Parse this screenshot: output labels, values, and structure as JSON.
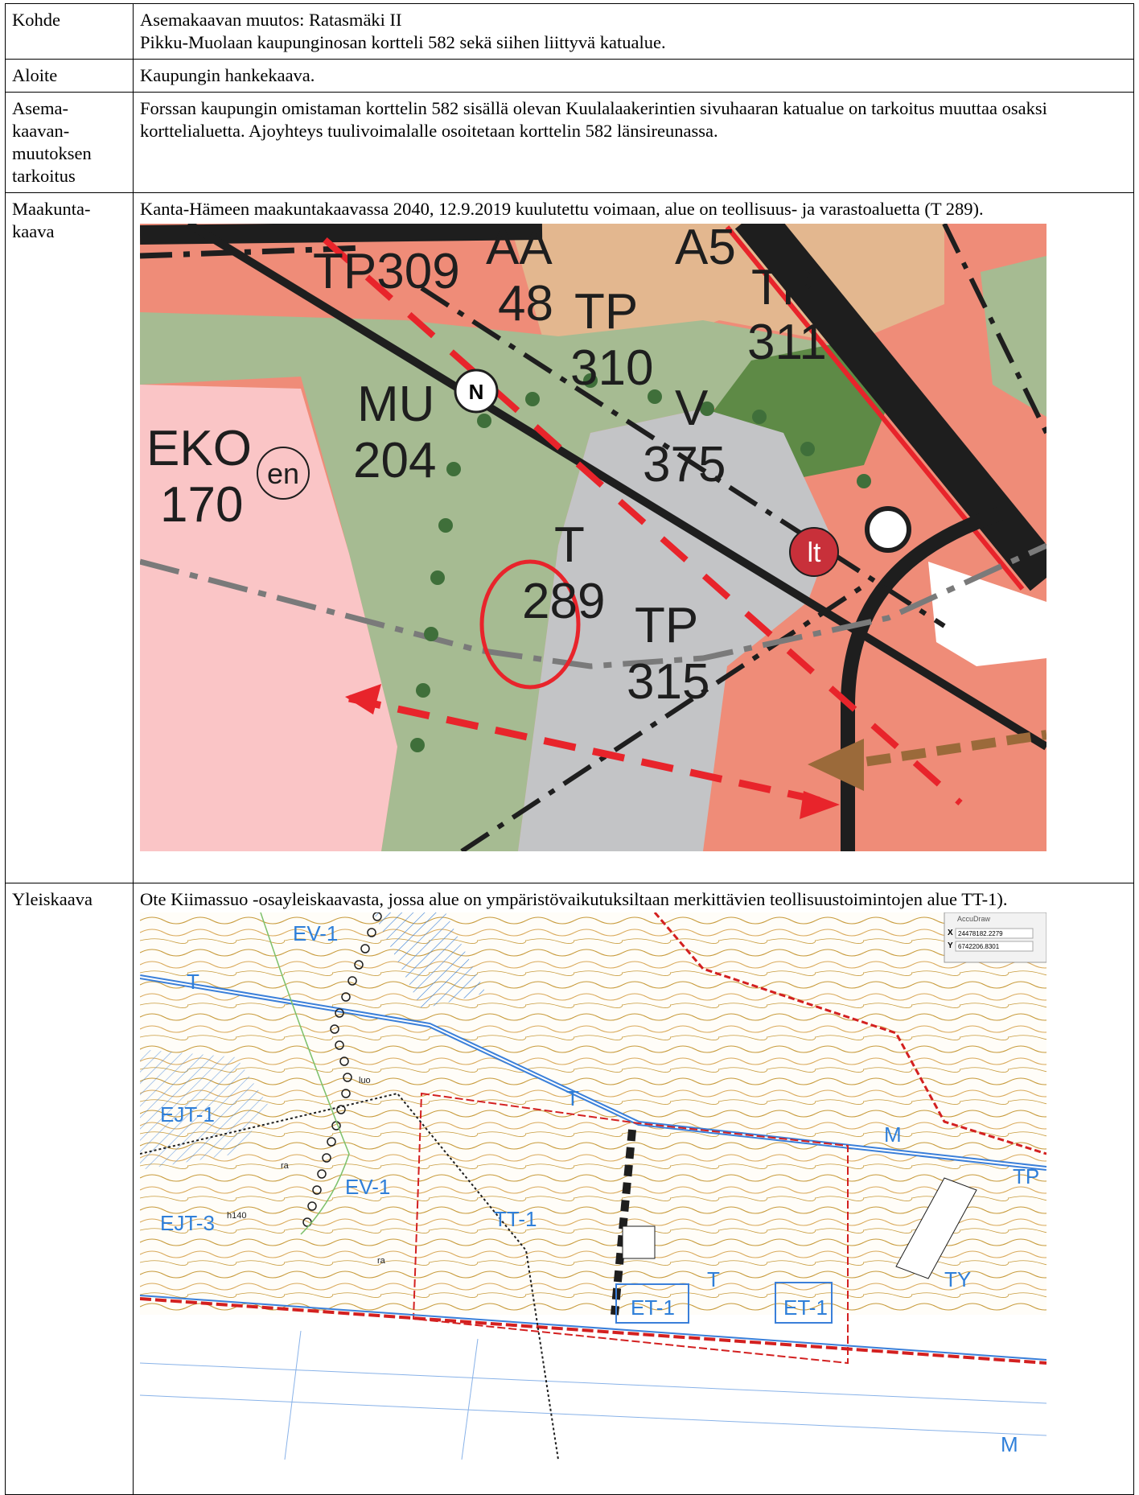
{
  "rows": {
    "kohde": {
      "label": "Kohde",
      "line1": "Asemakaavan muutos: Ratasmäki II",
      "line2": "Pikku-Muolaan kaupunginosan kortteli 582 sekä siihen liittyvä katualue."
    },
    "aloite": {
      "label": "Aloite",
      "text": "Kaupungin hankekaava."
    },
    "tarkoitus": {
      "label_lines": [
        "Asema-",
        "kaavan-",
        "muutoksen",
        "tarkoitus"
      ],
      "text": "Forssan kaupungin omistaman korttelin 582 sisällä olevan Kuulalaakerintien sivuhaaran katualue on tarkoitus muuttaa osaksi korttelialuetta. Ajoyhteys tuulivoimalalle osoitetaan korttelin 582 länsireunassa."
    },
    "maakuntakaava": {
      "label_lines": [
        "Maakunta-",
        "kaava"
      ],
      "text": "Kanta-Hämeen maakuntakaavassa 2040, 12.9.2019 kuulutettu voimaan, alue on teollisuus- ja varastoaluetta (T 289)."
    },
    "yleiskaava": {
      "label": "Yleiskaava",
      "text": "Ote Kiimassuo -osayleiskaavasta, jossa alue on ympäristövaikutuksiltaan merkittävien teollisuustoimintojen alue TT-1)."
    }
  },
  "map1_labels": {
    "tp309": "TP309",
    "aa": "AA",
    "n48": "48",
    "a5": "A5",
    "tp1": "TP",
    "n311": "311",
    "tp2": "TP",
    "n310": "310",
    "mu": "MU",
    "n204": "204",
    "v": "V",
    "n375": "375",
    "eko": "EKO",
    "en": "en",
    "n170": "170",
    "t": "T",
    "n289": "289",
    "it": "lt",
    "tp3": "TP",
    "n315": "315",
    "north": "N"
  },
  "map2_labels": {
    "ev1a": "EV-1",
    "t1": "T",
    "t2": "T",
    "ejt1": "EJT-1",
    "ev1b": "EV-1",
    "tt1": "TT-1",
    "ejt3": "EJT-3",
    "t3": "T",
    "ty": "TY",
    "et1a": "ET-1",
    "et1b": "ET-1",
    "m1": "M",
    "m2": "M",
    "tp": "TP",
    "ra1": "ra",
    "ra2": "ra",
    "luo": "luo",
    "h140": "h140"
  },
  "accudraw": {
    "title": "AccuDraw",
    "x_label": "X",
    "x_value": "24478182.2279",
    "y_label": "Y",
    "y_value": "6742206.8301"
  },
  "colors": {
    "industry_gray": "#c3c4c6",
    "tp_salmon": "#ef8c78",
    "green": "#a6bb92",
    "pink": "#fac5c6",
    "tan": "#e3b78f",
    "contour": "#c79a3a",
    "plan_blue": "#3a7fd9",
    "boundary_red": "#d32020"
  }
}
